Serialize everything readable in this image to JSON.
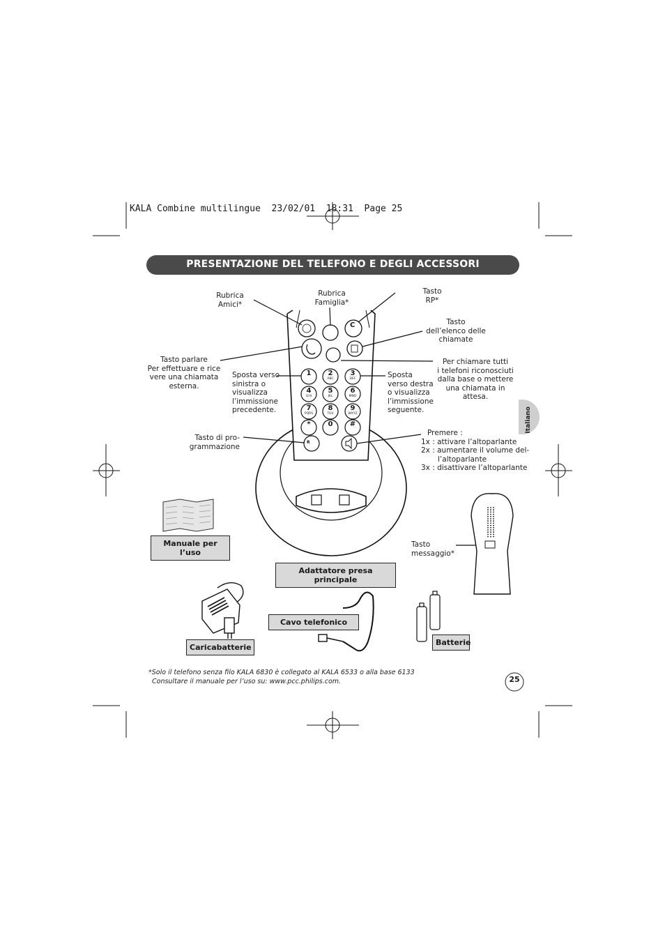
{
  "header": {
    "slug": "KALA Combine multilingue  23/02/01  18:31  Page 25"
  },
  "title": "PRESENTAZIONE DEL TELEFONO E DEGLI ACCESSORI",
  "side_tab": "Italiano",
  "callouts": {
    "rubrica_amici": [
      "Rubrica",
      "Amici*"
    ],
    "rubrica_famiglia": [
      "Rubrica",
      "Famiglia*"
    ],
    "tasto_rp": [
      "Tasto",
      "RP*"
    ],
    "elenco_chiamate": [
      "Tasto",
      "dell’elenco delle",
      "chiamate"
    ],
    "tasto_parlare": [
      "Tasto parlare",
      "Per effettuare e rice",
      "vere una chiamata",
      "esterna."
    ],
    "chiamare_tutti": [
      "Per chiamare tutti",
      "i telefoni riconosciuti",
      "dalla base o mettere",
      "una chiamata in attesa."
    ],
    "sposta_sinistra": [
      "Sposta verso",
      "sinistra o",
      "visualizza",
      "l’immissione",
      "precedente."
    ],
    "sposta_destra": [
      "Sposta",
      "verso destra",
      "o visualizza",
      "l’immissione",
      "seguente."
    ],
    "programmazione": [
      "Tasto di pro-",
      "grammazione"
    ],
    "altoparlante": [
      "Premere :",
      "1x : attivare l’altoparlante",
      "2x : aumentare il volume del-",
      "l’altoparlante",
      "3x : disattivare l’altoparlante"
    ],
    "messaggio": [
      "Tasto",
      "messaggio*"
    ]
  },
  "accessories": {
    "manuale": "Manuale per l’uso",
    "adattatore": "Adattatore presa principale",
    "cavo": "Cavo telefonico",
    "caricabatterie": "Caricabatterie",
    "batterie": "Batterie"
  },
  "keypad": {
    "keys": [
      "1",
      "2",
      "3",
      "4",
      "5",
      "6",
      "7",
      "8",
      "9",
      "*",
      "0",
      "#"
    ],
    "subs": [
      "",
      "ABC",
      "DEF",
      "GHI",
      "JKL",
      "MNO",
      "PQRS",
      "TUV",
      "WXYZ",
      "",
      "",
      ""
    ],
    "c_key": "C",
    "r_key": "R"
  },
  "footnote": [
    "*Solo il telefono senza filo KALA 6830 è collegato al KALA 6533 o alla base 6133",
    "Consultare il manuale per l’uso su: www.pcc.philips.com."
  ],
  "page_number": "25"
}
